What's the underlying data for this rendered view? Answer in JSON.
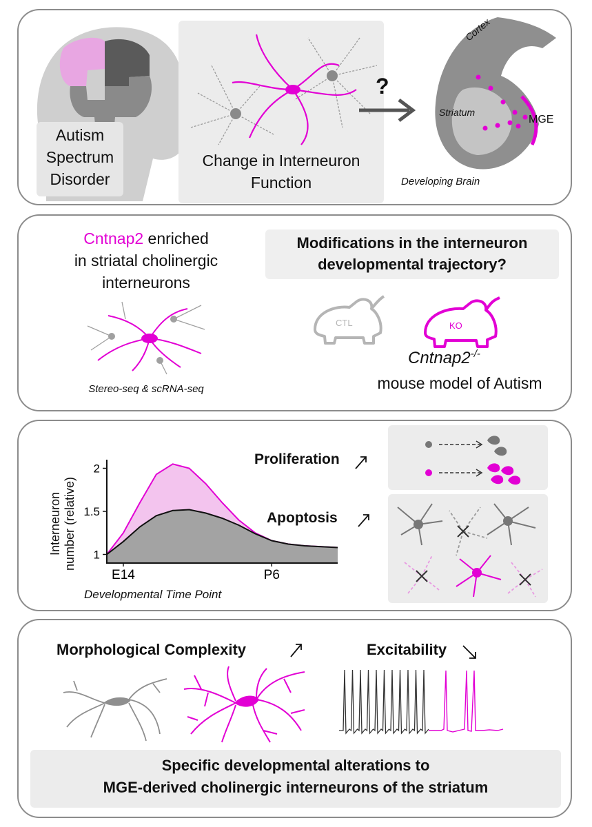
{
  "colors": {
    "magenta": "#e200d4",
    "magenta_light": "#f3c4ee",
    "grey": "#8a8a8a",
    "dark_grey": "#555555",
    "light_grey": "#efefef"
  },
  "panel1": {
    "asd_line1": "Autism",
    "asd_line2": "Spectrum",
    "asd_line3": "Disorder",
    "change_line1": "Change in Interneuron",
    "change_line2": "Function",
    "question": "?",
    "cortex": "Cortex",
    "striatum": "Striatum",
    "mge": "MGE",
    "developing_brain": "Developing Brain"
  },
  "panel2": {
    "cntnap2": "Cntnap2",
    "enriched": " enriched",
    "line2": "in striatal cholinergic",
    "line3": "interneurons",
    "methods": "Stereo-seq & scRNA-seq",
    "question_line1": "Modifications in the interneuron",
    "question_line2": "developmental trajectory?",
    "ctl": "CTL",
    "ko": "KO",
    "gene_label": "Cntnap2",
    "gene_super": "-/-",
    "model": "mouse model of Autism"
  },
  "panel3": {
    "proliferation": "Proliferation",
    "apoptosis": "Apoptosis",
    "ylabel_line1": "Interneuron",
    "ylabel_line2": "number (relative)",
    "xlabel": "Developmental Time Point"
  },
  "chart_data": {
    "type": "area",
    "xlabel": "Developmental Time Point",
    "ylabel": "Interneuron number (relative)",
    "x_ticks": [
      "E14",
      "P6"
    ],
    "y_ticks": [
      1,
      1.5,
      2
    ],
    "ylim": [
      0.9,
      2.1
    ],
    "series": [
      {
        "color": "#e200d4",
        "x": [
          0,
          0.5,
          1,
          1.5,
          2,
          2.5,
          3,
          3.5,
          4,
          4.5,
          5,
          5.5,
          6,
          6.5,
          7
        ],
        "values": [
          1.0,
          1.25,
          1.6,
          1.93,
          2.05,
          2.0,
          1.82,
          1.6,
          1.4,
          1.25,
          1.16,
          1.12,
          1.1,
          1.09,
          1.08
        ]
      },
      {
        "color": "#8a8a8a",
        "x": [
          0,
          0.5,
          1,
          1.5,
          2,
          2.5,
          3,
          3.5,
          4,
          4.5,
          5,
          5.5,
          6,
          6.5,
          7
        ],
        "values": [
          1.0,
          1.15,
          1.32,
          1.45,
          1.51,
          1.52,
          1.48,
          1.42,
          1.34,
          1.24,
          1.16,
          1.12,
          1.1,
          1.09,
          1.08
        ]
      }
    ]
  },
  "panel4": {
    "morph": "Morphological Complexity",
    "excit": "Excitability",
    "conclusion_line1": "Specific developmental alterations to",
    "conclusion_line2": "MGE-derived cholinergic interneurons of the striatum"
  }
}
